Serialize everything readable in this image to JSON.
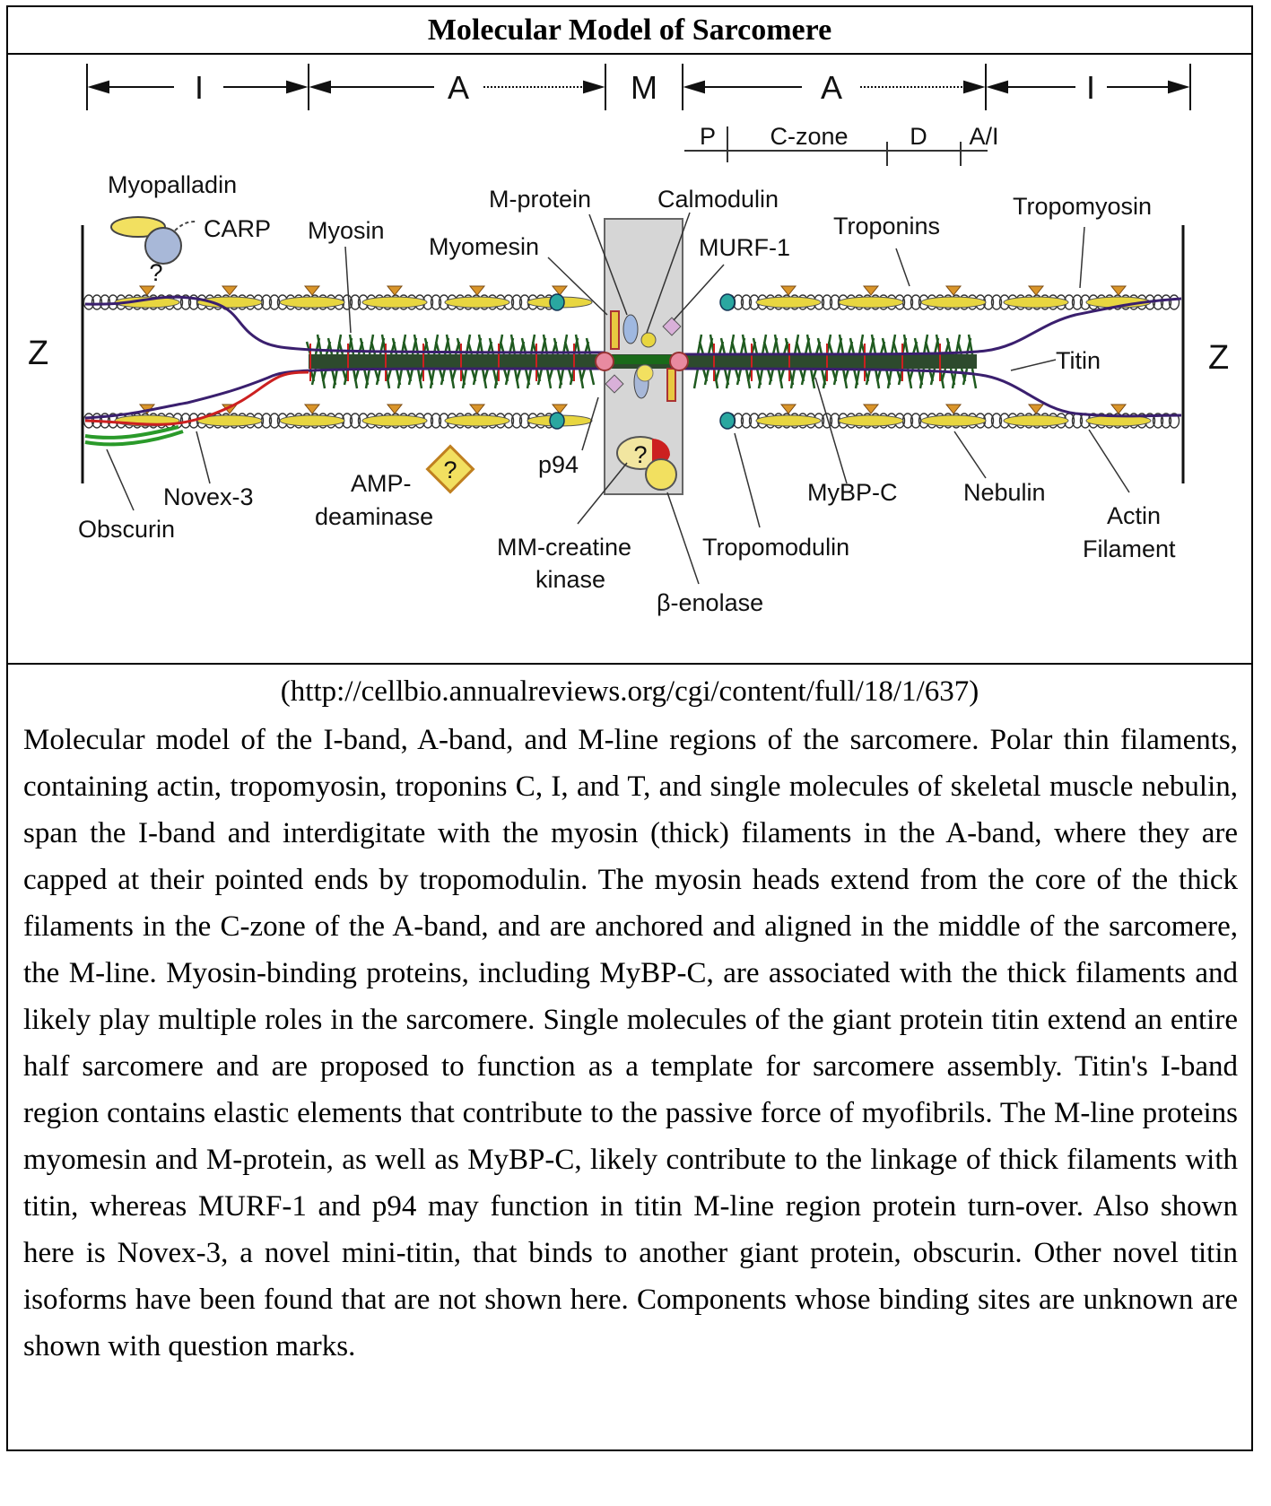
{
  "title": "Molecular Model of Sarcomere",
  "bands": [
    "I",
    "A",
    "M",
    "A",
    "I"
  ],
  "zones": [
    "P",
    "C-zone",
    "D",
    "A/I"
  ],
  "z_label": "Z",
  "unknown_mark": "?",
  "labels": {
    "myopalladin": "Myopalladin",
    "carp": "CARP",
    "myosin": "Myosin",
    "myomesin": "Myomesin",
    "m_protein": "M-protein",
    "calmodulin": "Calmodulin",
    "murf1": "MURF-1",
    "troponins": "Troponins",
    "tropomyosin": "Tropomyosin",
    "titin": "Titin",
    "novex3": "Novex-3",
    "obscurin": "Obscurin",
    "amp_deaminase_1": "AMP-",
    "amp_deaminase_2": "deaminase",
    "p94": "p94",
    "mm_creatine_kinase_1": "MM-creatine",
    "mm_creatine_kinase_2": "kinase",
    "beta_enolase": "β-enolase",
    "tropomodulin": "Tropomodulin",
    "mybpc": "MyBP-C",
    "nebulin": "Nebulin",
    "actin_filament_1": "Actin",
    "actin_filament_2": "Filament"
  },
  "source_url": "(http://cellbio.annualreviews.org/cgi/content/full/18/1/637)",
  "caption": "Molecular model of the I-band, A-band, and M-line regions of the sarcomere. Polar thin filaments, containing actin, tropomyosin, troponins C, I, and T, and single molecules of skeletal muscle nebulin, span the I-band and interdigitate with the myosin (thick) filaments in the A-band, where they are capped at their pointed ends by tropomodulin. The myosin heads extend from the core of the thick filaments in the C-zone of the A-band, and are anchored and aligned in the middle of the sarcomere, the M-line. Myosin-binding proteins, including MyBP-C, are associated with the thick filaments and likely play multiple roles in the sarcomere. Single molecules of the giant protein titin extend an entire half sarcomere and are proposed to function as a template for sarcomere assembly. Titin's I-band region contains elastic elements that contribute to the passive force of myofibrils. The M-line proteins myomesin and M-protein, as well as MyBP-C, likely contribute to the linkage of thick filaments with titin, whereas MURF-1 and p94 may function in titin M-line region protein turn-over. Also shown here is Novex-3, a novel mini-titin, that binds to another giant protein, obscurin. Other novel titin isoforms have been found that are not shown here. Components whose binding sites are unknown are shown with question marks.",
  "colors": {
    "myosin_heads": "#1f5a1f",
    "titin": "#3a1f6e",
    "tropomyosin": "#e8d640",
    "troponin": "#d9952a",
    "tropomodulin": "#2aa7a0",
    "mline_box": "#d6d6d6",
    "red_accent": "#cc2020"
  }
}
